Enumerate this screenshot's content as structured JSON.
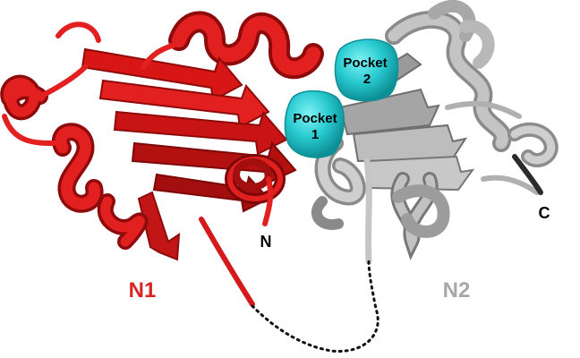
{
  "labels": {
    "domain_left": "N1",
    "domain_right": "N2",
    "n_terminus": "N",
    "c_terminus": "C"
  },
  "pockets": [
    {
      "line1": "Pocket",
      "line2": "1"
    },
    {
      "line1": "Pocket",
      "line2": "2"
    }
  ],
  "colors": {
    "domain_n1": "#e11b1b",
    "domain_n1_dark": "#9e0c0c",
    "domain_n2": "#b3b3b3",
    "domain_n2_dark": "#6f6f6f",
    "pocket": "#27c9cf",
    "pocket_dark": "#0e8f96",
    "label_n1": "#d92424",
    "label_n2": "#a8a8a8",
    "terminus": "#000000"
  }
}
